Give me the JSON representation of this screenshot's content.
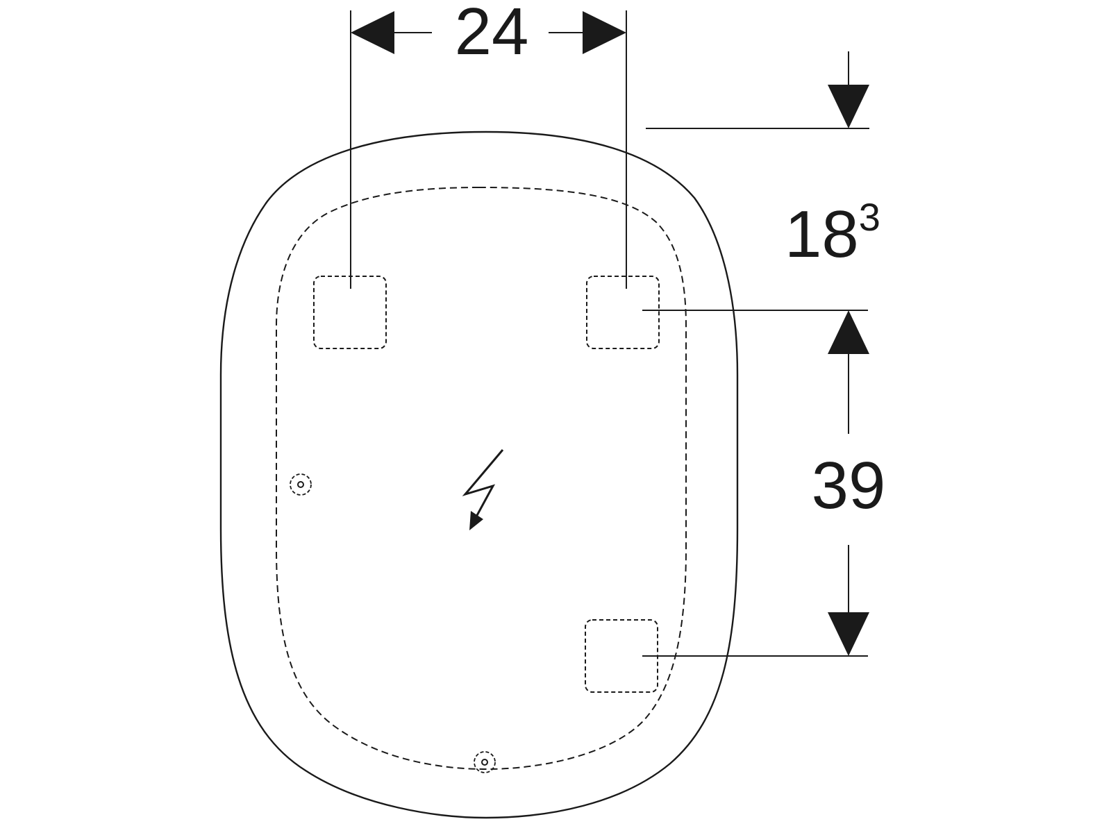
{
  "dimensions": {
    "top_width": "24",
    "right_offset": {
      "base": "18",
      "superscript": "3"
    },
    "right_height": "39"
  },
  "colors": {
    "line": "#1a1a1a",
    "background": "#ffffff"
  },
  "icons": {
    "center": "electrical-connection-icon",
    "left_sensor": "sensor-icon",
    "bottom_sensor": "sensor-icon"
  }
}
